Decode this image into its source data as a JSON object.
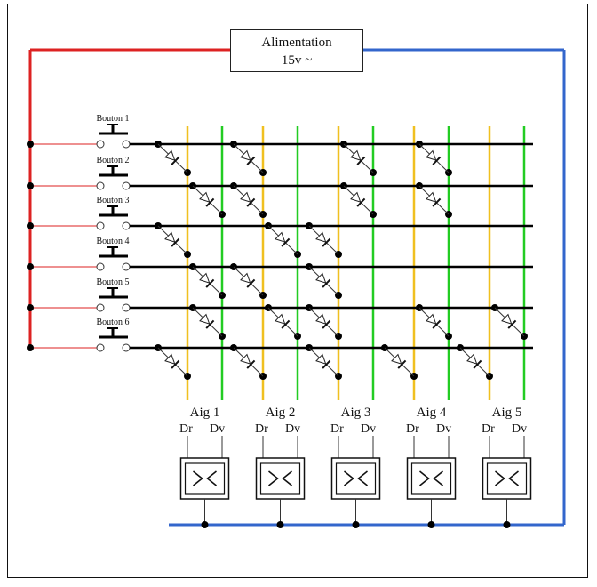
{
  "power": {
    "title": "Alimentation",
    "voltage": "15v ~"
  },
  "buttons": [
    {
      "label": "Bouton 1"
    },
    {
      "label": "Bouton 2"
    },
    {
      "label": "Bouton 3"
    },
    {
      "label": "Bouton 4"
    },
    {
      "label": "Bouton 5"
    },
    {
      "label": "Bouton 6"
    }
  ],
  "switches": [
    {
      "label": "Aig 1",
      "dr": "Dr",
      "dv": "Dv"
    },
    {
      "label": "Aig 2",
      "dr": "Dr",
      "dv": "Dv"
    },
    {
      "label": "Aig 3",
      "dr": "Dr",
      "dv": "Dv"
    },
    {
      "label": "Aig 4",
      "dr": "Dr",
      "dv": "Dv"
    },
    {
      "label": "Aig 5",
      "dr": "Dr",
      "dv": "Dv"
    }
  ],
  "diode_routes": [
    {
      "from_button": 1,
      "to": [
        "Aig 1 Dr",
        "Aig 2 Dr",
        "Aig 3 Dv",
        "Aig 4 Dv"
      ]
    },
    {
      "from_button": 2,
      "to": [
        "Aig 1 Dv",
        "Aig 2 Dr",
        "Aig 3 Dv",
        "Aig 4 Dv"
      ]
    },
    {
      "from_button": 3,
      "to": [
        "Aig 1 Dr",
        "Aig 2 Dv",
        "Aig 3 Dr"
      ]
    },
    {
      "from_button": 4,
      "to": [
        "Aig 1 Dv",
        "Aig 2 Dr",
        "Aig 3 Dr"
      ]
    },
    {
      "from_button": 5,
      "to": [
        "Aig 1 Dv",
        "Aig 2 Dv",
        "Aig 3 Dr",
        "Aig 4 Dv",
        "Aig 5 Dv"
      ]
    },
    {
      "from_button": 6,
      "to": [
        "Aig 1 Dr",
        "Aig 2 Dr",
        "Aig 3 Dr",
        "Aig 4 Dr",
        "Aig 5 Dr"
      ]
    }
  ],
  "colors": {
    "phase": "#dd2222",
    "neutral": "#3366cc",
    "dr_column": "#f0c020",
    "dv_column": "#22cc22",
    "bus": "#000000"
  }
}
